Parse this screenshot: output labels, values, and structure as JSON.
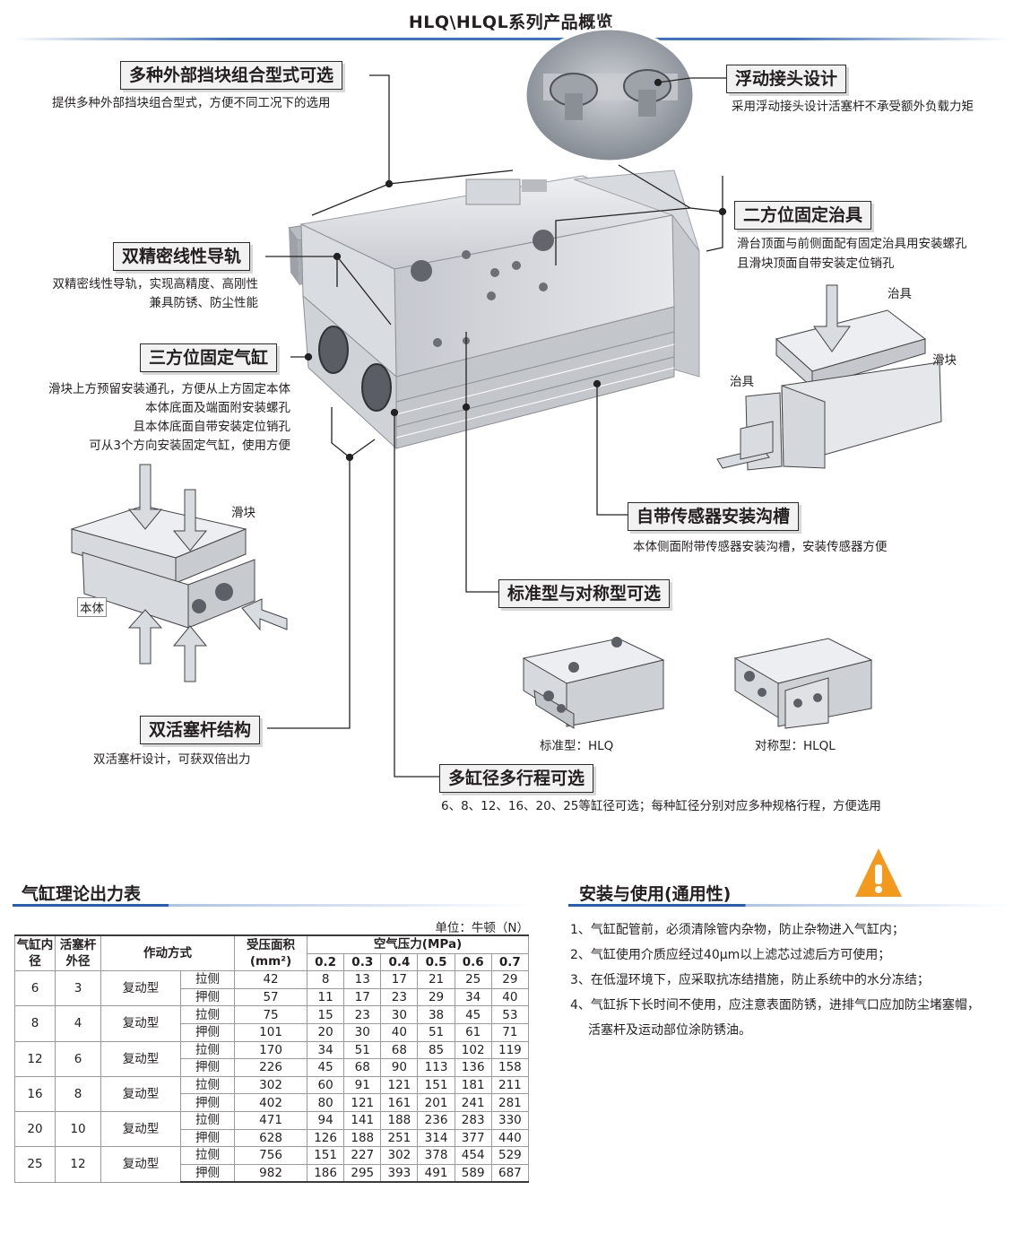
{
  "page_title": "HLQ\\HLQL系列产品概览",
  "features": {
    "stopper": {
      "title": "多种外部挡块组合型式可选",
      "desc": "提供多种外部挡块组合型式，方便不同工况下的选用"
    },
    "floating": {
      "title": "浮动接头设计",
      "desc": "采用浮动接头设计活塞杆不承受额外负载力矩"
    },
    "fixture": {
      "title": "二方位固定治具",
      "desc1": "滑台顶面与前侧面配有固定治具用安装螺孔",
      "desc2": "且滑块顶面自带安装定位销孔"
    },
    "guide": {
      "title": "双精密线性导轨",
      "desc1": "双精密线性导轨，实现高精度、高刚性",
      "desc2": "兼具防锈、防尘性能"
    },
    "mount": {
      "title": "三方位固定气缸",
      "desc1": "滑块上方预留安装通孔，方便从上方固定本体",
      "desc2": "本体底面及端面附安装螺孔",
      "desc3": "且本体底面自带安装定位销孔",
      "desc4": "可从3个方向安装固定气缸，使用方便"
    },
    "sensor": {
      "title": "自带传感器安装沟槽",
      "desc": "本体侧面附带传感器安装沟槽，安装传感器方便"
    },
    "standard": {
      "title": "标准型与对称型可选"
    },
    "dual": {
      "title": "双活塞杆结构",
      "desc": "双活塞杆设计，可获双倍出力"
    },
    "bore": {
      "title": "多缸径多行程可选",
      "desc": "6、8、12、16、20、25等缸径可选；每种缸径分别对应多种规格行程，方便选用"
    }
  },
  "labels": {
    "jig": "治具",
    "jig2": "治具",
    "slider": "滑块",
    "slider2": "滑块",
    "body": "本体",
    "std_caption": "标准型：HLQ",
    "sym_caption": "对称型：HLQL"
  },
  "force_table": {
    "title": "气缸理论出力表",
    "unit": "单位：牛顿（N）",
    "headers": {
      "bore": "气缸内径",
      "rod": "活塞杆外径",
      "action": "作动方式",
      "area": "受压面积(mm²)",
      "pressure": "空气压力(MPa)",
      "pressures": [
        "0.2",
        "0.3",
        "0.4",
        "0.5",
        "0.6",
        "0.7"
      ]
    },
    "groups": [
      {
        "bore": "6",
        "rod": "3",
        "type": "复动型",
        "pull": {
          "side": "拉侧",
          "area": "42",
          "vals": [
            "8",
            "13",
            "17",
            "21",
            "25",
            "29"
          ]
        },
        "push": {
          "side": "押侧",
          "area": "57",
          "vals": [
            "11",
            "17",
            "23",
            "29",
            "34",
            "40"
          ]
        }
      },
      {
        "bore": "8",
        "rod": "4",
        "type": "复动型",
        "pull": {
          "side": "拉侧",
          "area": "75",
          "vals": [
            "15",
            "23",
            "30",
            "38",
            "45",
            "53"
          ]
        },
        "push": {
          "side": "押侧",
          "area": "101",
          "vals": [
            "20",
            "30",
            "40",
            "51",
            "61",
            "71"
          ]
        }
      },
      {
        "bore": "12",
        "rod": "6",
        "type": "复动型",
        "pull": {
          "side": "拉侧",
          "area": "170",
          "vals": [
            "34",
            "51",
            "68",
            "85",
            "102",
            "119"
          ]
        },
        "push": {
          "side": "押侧",
          "area": "226",
          "vals": [
            "45",
            "68",
            "90",
            "113",
            "136",
            "158"
          ]
        }
      },
      {
        "bore": "16",
        "rod": "8",
        "type": "复动型",
        "pull": {
          "side": "拉侧",
          "area": "302",
          "vals": [
            "60",
            "91",
            "121",
            "151",
            "181",
            "211"
          ]
        },
        "push": {
          "side": "押侧",
          "area": "402",
          "vals": [
            "80",
            "121",
            "161",
            "201",
            "241",
            "281"
          ]
        }
      },
      {
        "bore": "20",
        "rod": "10",
        "type": "复动型",
        "pull": {
          "side": "拉侧",
          "area": "471",
          "vals": [
            "94",
            "141",
            "188",
            "236",
            "283",
            "330"
          ]
        },
        "push": {
          "side": "押侧",
          "area": "628",
          "vals": [
            "126",
            "188",
            "251",
            "314",
            "377",
            "440"
          ]
        }
      },
      {
        "bore": "25",
        "rod": "12",
        "type": "复动型",
        "pull": {
          "side": "拉侧",
          "area": "756",
          "vals": [
            "151",
            "227",
            "302",
            "378",
            "454",
            "529"
          ]
        },
        "push": {
          "side": "押侧",
          "area": "982",
          "vals": [
            "186",
            "295",
            "393",
            "491",
            "589",
            "687"
          ]
        }
      }
    ]
  },
  "install": {
    "title": "安装与使用(通用性)",
    "items": [
      "1、气缸配管前，必须清除管内杂物，防止杂物进入气缸内；",
      "2、气缸使用介质应经过40μm以上滤芯过滤后方可使用；",
      "3、在低湿环境下，应采取抗冻结措施，防止系统中的水分冻结；",
      "4、气缸拆下长时间不使用，应注意表面防锈，进排气口应加防尘堵塞帽，",
      "活塞杆及运动部位涂防锈油。"
    ]
  },
  "colors": {
    "accent_blue": "#3a72c9",
    "warning_orange": "#f39a1e"
  }
}
